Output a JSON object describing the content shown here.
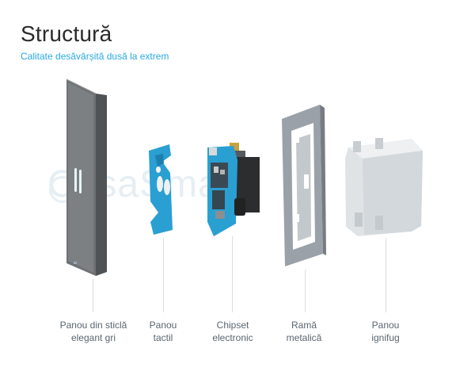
{
  "header": {
    "title": "Structură",
    "subtitle": "Calitate desăvârșită dusă la extrem"
  },
  "watermark": {
    "text": "CasaSmart"
  },
  "components": [
    {
      "line1": "Panou din sticlă",
      "line2": "elegant gri"
    },
    {
      "line1": "Panou",
      "line2": "tactil"
    },
    {
      "line1": "Chipset",
      "line2": "electronic"
    },
    {
      "line1": "Ramă",
      "line2": "metalică"
    },
    {
      "line1": "Panou",
      "line2": "ignifug"
    }
  ],
  "colors": {
    "accent": "#29a9e1",
    "glass": "#6f7275",
    "pcb": "#2a9fd2",
    "frame": "#9aa1a8",
    "housing": "#dfe3e6"
  }
}
